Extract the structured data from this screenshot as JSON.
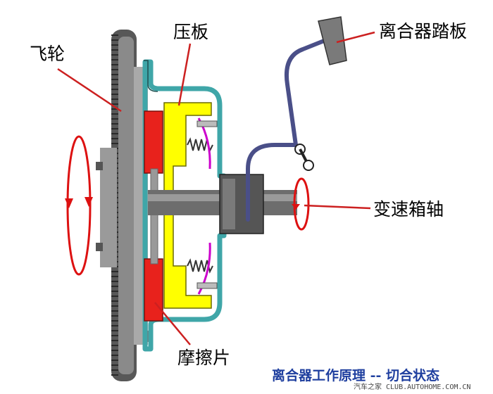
{
  "labels": {
    "flywheel": "飞轮",
    "pressure_plate": "压板",
    "clutch_pedal": "离合器踏板",
    "gearbox_shaft": "变速箱轴",
    "friction_disc": "摩擦片"
  },
  "caption": "离合器工作原理 -- 切合状态",
  "watermark": {
    "bottom_text": "汽车之家 CLUB.AUTOHOME.COM.CN"
  },
  "colors": {
    "flywheel": "#8a8a8a",
    "housing": "#3fa6a8",
    "pressure_plate": "#ffff00",
    "friction_disc": "#e8221c",
    "spring": "#cc00cc",
    "pointer_lines": "#cc2020",
    "rotation_arrows": "#dd1111",
    "pedal": "#4a4f88",
    "caption": "#1f3f9f"
  },
  "icons": {
    "rotation": "rotation-arrow-icon"
  }
}
